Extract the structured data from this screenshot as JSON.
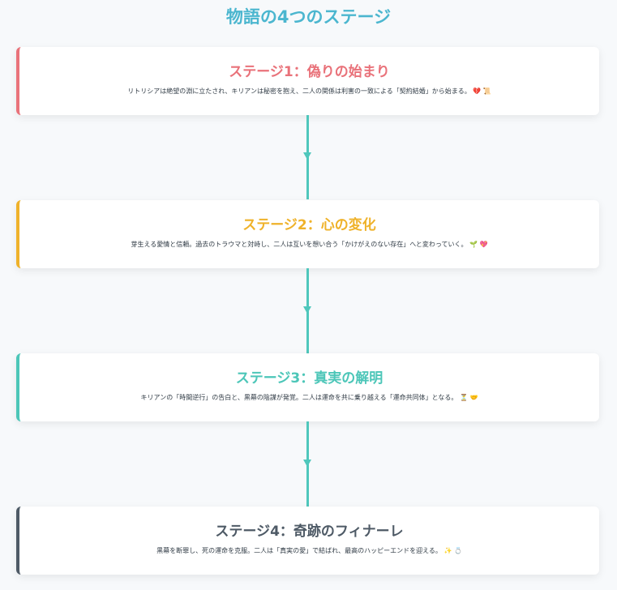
{
  "title": "物語の4つのステージ",
  "colors": {
    "title": "#4bb6cf",
    "connector": "#4fc7bc"
  },
  "stages": [
    {
      "title": "ステージ1：偽りの始まり",
      "description": "リトリシアは絶望の淵に立たされ、キリアンは秘密を抱え、二人の関係は利害の一致による「契約結婚」から始まる。 💔 📜",
      "accent_color": "#e9727a"
    },
    {
      "title": "ステージ2：心の変化",
      "description": "芽生える愛情と信頼。過去のトラウマと対峙し、二人は互いを想い合う「かけがえのない存在」へと変わっていく。 🌱 💖",
      "accent_color": "#efb22a"
    },
    {
      "title": "ステージ3：真実の解明",
      "description": "キリアンの「時間逆行」の告白と、黒幕の陰謀が発覚。二人は運命を共に乗り越える「運命共同体」となる。 ⏳ 🤝",
      "accent_color": "#4cc6b8"
    },
    {
      "title": "ステージ4：奇跡のフィナーレ",
      "description": "黒幕を断罪し、死の運命を克服。二人は「真実の愛」で結ばれ、最高のハッピーエンドを迎える。 ✨ 💍",
      "accent_color": "#4e5a66"
    }
  ]
}
